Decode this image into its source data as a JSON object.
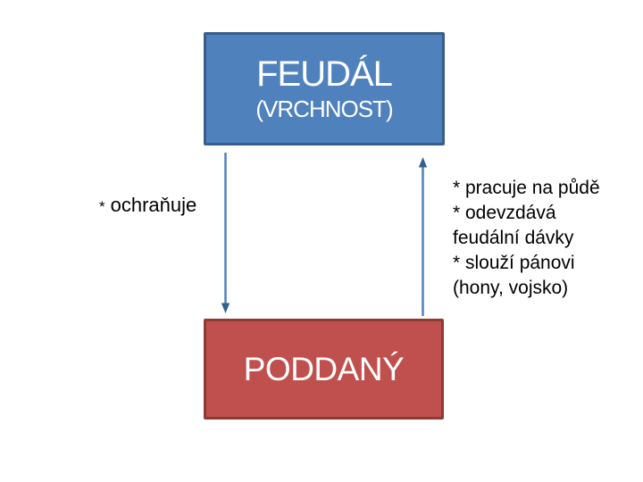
{
  "slide": {
    "background_color": "#ffffff",
    "top_box": {
      "title": "FEUDÁL",
      "subtitle": "(VRCHNOST)",
      "fill_color": "#4f81bd",
      "border_color": "#385d8a",
      "text_color": "#ffffff"
    },
    "bottom_box": {
      "title": "PODDANÝ",
      "fill_color": "#c0504d",
      "border_color": "#8e3b38",
      "text_color": "#ffffff"
    },
    "left_note": {
      "bullet": "*",
      "text": "ochraňuje",
      "text_color": "#000000"
    },
    "right_note": {
      "lines": [
        "* pracuje na půdě",
        "* odevzdává",
        "feudální dávky",
        "* slouží pánovi",
        "(hony, vojsko)"
      ],
      "text_color": "#000000"
    },
    "arrows": {
      "left_arrow_direction": "down",
      "right_arrow_direction": "up",
      "line_color": "#4f81bd",
      "head_color": "#365f91"
    }
  }
}
